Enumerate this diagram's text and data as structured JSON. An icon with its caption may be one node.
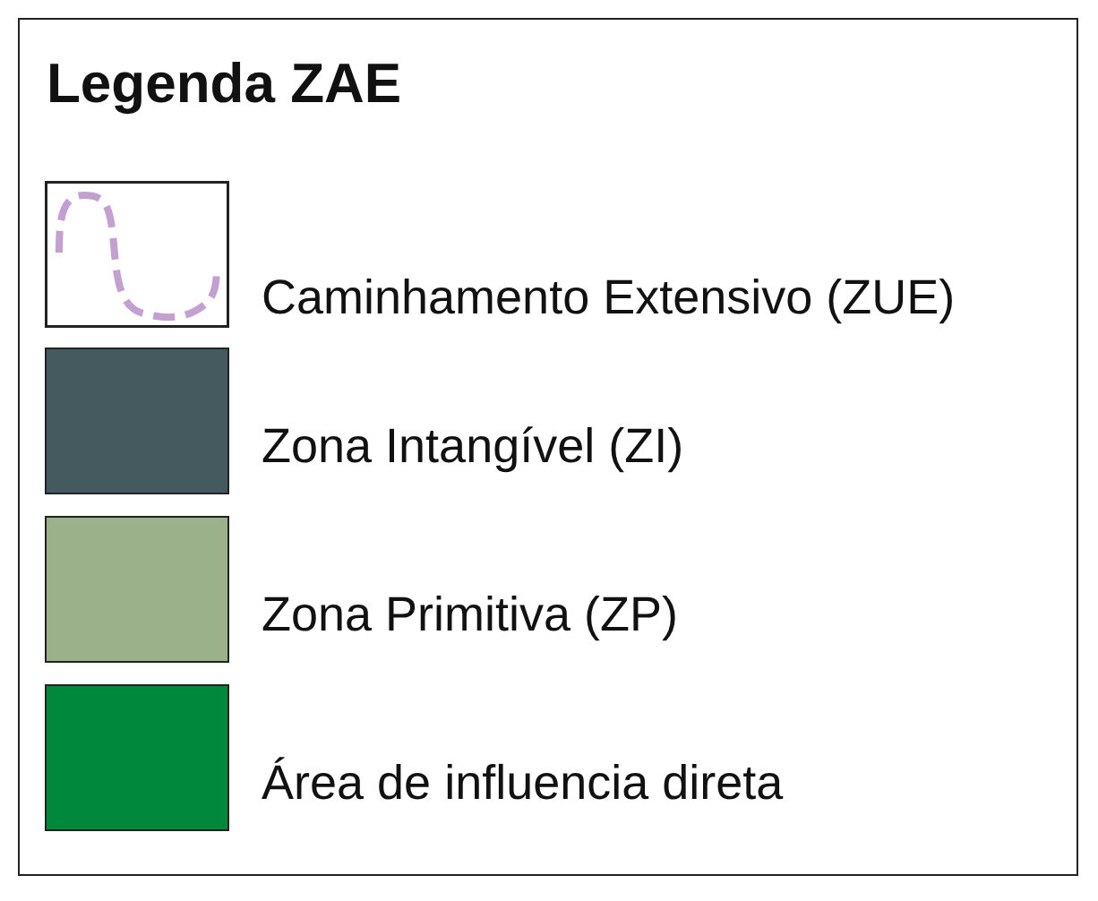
{
  "diagram": {
    "title": "Legenda ZAE",
    "legend": [
      {
        "text": "Caminhamento Extensivo (ZUE)"
      },
      {
        "text": "Zona Intangível (ZI)",
        "color": "#445a5e"
      },
      {
        "text": "Zona Primitiva (ZP)",
        "color": "#9bb189"
      },
      {
        "text": "Área de influencia direta",
        "color": "#00893d"
      }
    ]
  }
}
